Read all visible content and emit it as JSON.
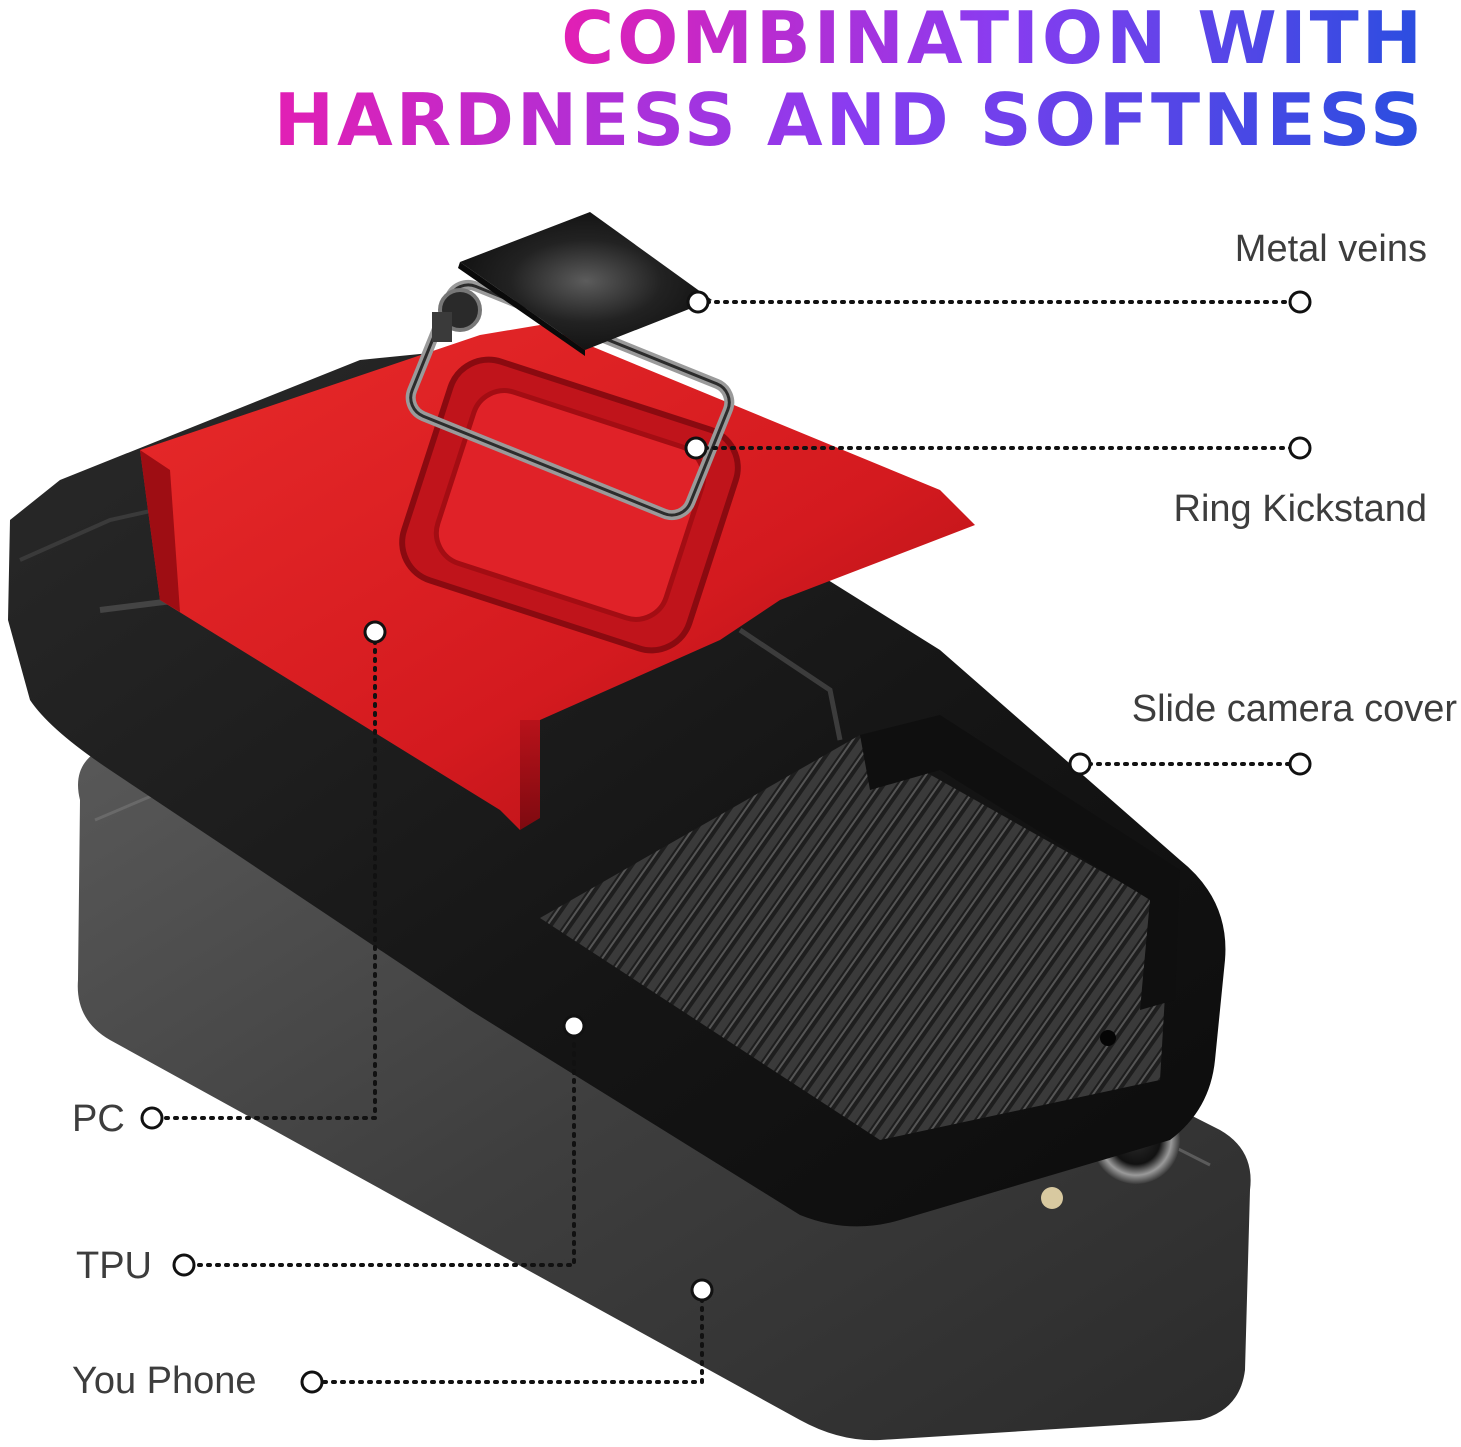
{
  "headline": {
    "line1": "COMBINATION WITH",
    "line2": "HARDNESS AND SOFTNESS",
    "gradient_start": "#e21fb4",
    "gradient_mid": "#8a3cf0",
    "gradient_end": "#2a4ee0"
  },
  "callouts": {
    "metal_veins": "Metal veins",
    "ring_kickstand": "Ring Kickstand",
    "slide_camera_cover": "Slide camera cover",
    "pc": "PC",
    "tpu": "TPU",
    "you_phone": "You Phone"
  },
  "colors": {
    "case_red": "#d8191f",
    "case_black": "#1c1c1c",
    "phone_gray": "#4a4a4a",
    "ring_metal": "#8e8e8e",
    "label_text": "#3d3d3d"
  }
}
